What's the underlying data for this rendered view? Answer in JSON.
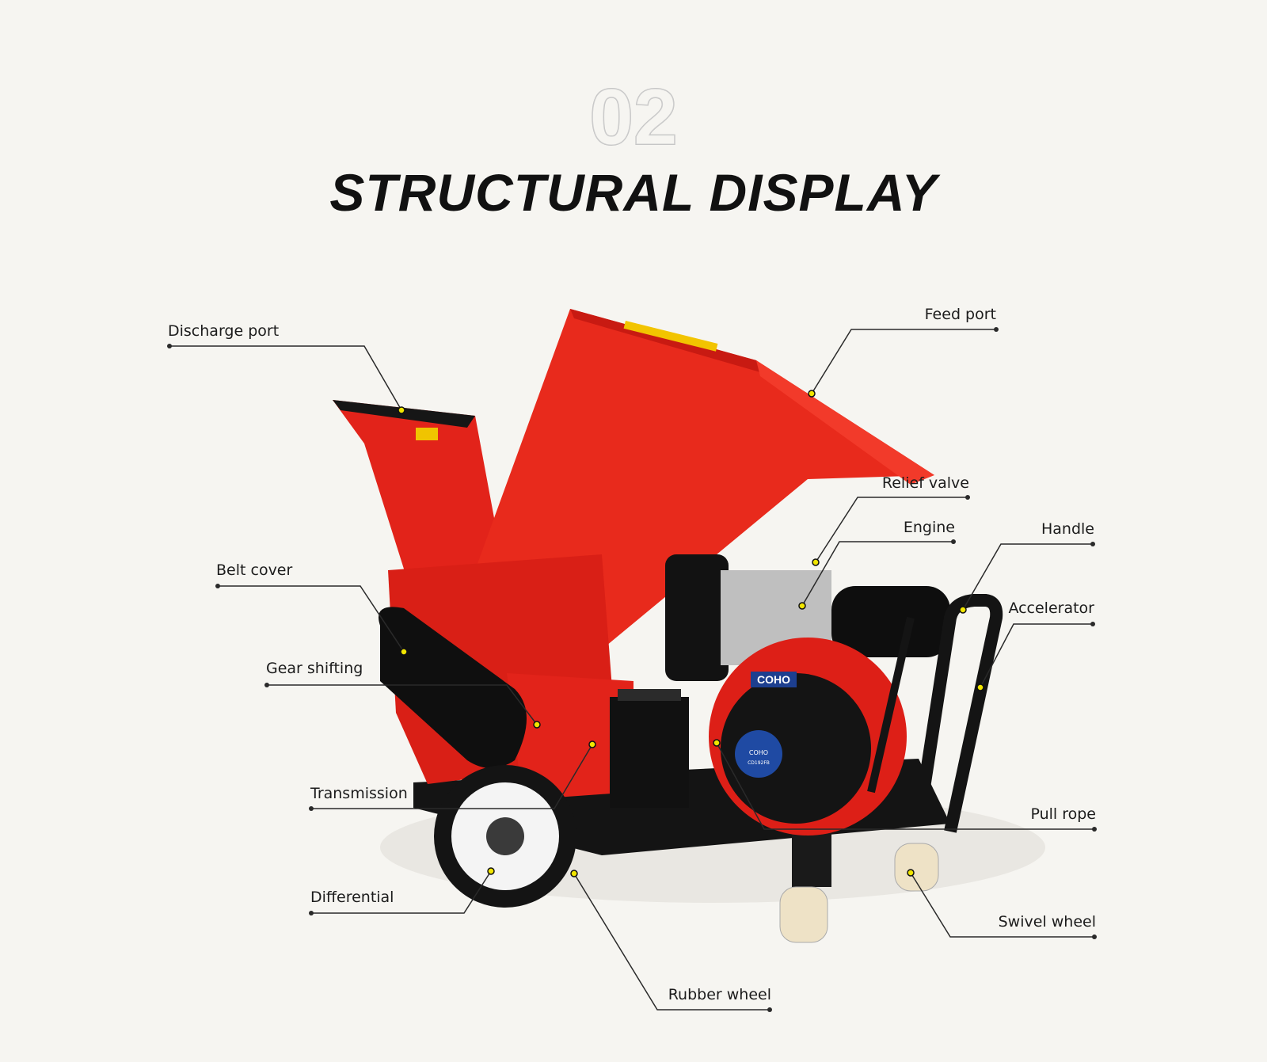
{
  "header": {
    "number": "02",
    "title": "STRUCTURAL DISPLAY"
  },
  "labels": {
    "discharge_port": "Discharge port",
    "feed_port": "Feed port",
    "relief_valve": "Relief valve",
    "engine": "Engine",
    "handle": "Handle",
    "accelerator": "Accelerator",
    "belt_cover": "Belt cover",
    "gear_shifting": "Gear shifting",
    "transmission": "Transmission",
    "pull_rope": "Pull rope",
    "differential": "Differential",
    "swivel_wheel": "Swivel wheel",
    "rubber_wheel": "Rubber wheel"
  },
  "machine": {
    "brand": "COHO",
    "model": "CD192FB"
  },
  "colors": {
    "background": "#f6f5f1",
    "machine_red": "#e2231a",
    "frame_black": "#151515",
    "leader_line": "#2a2a2a",
    "marker_dot": "#f2e600"
  }
}
